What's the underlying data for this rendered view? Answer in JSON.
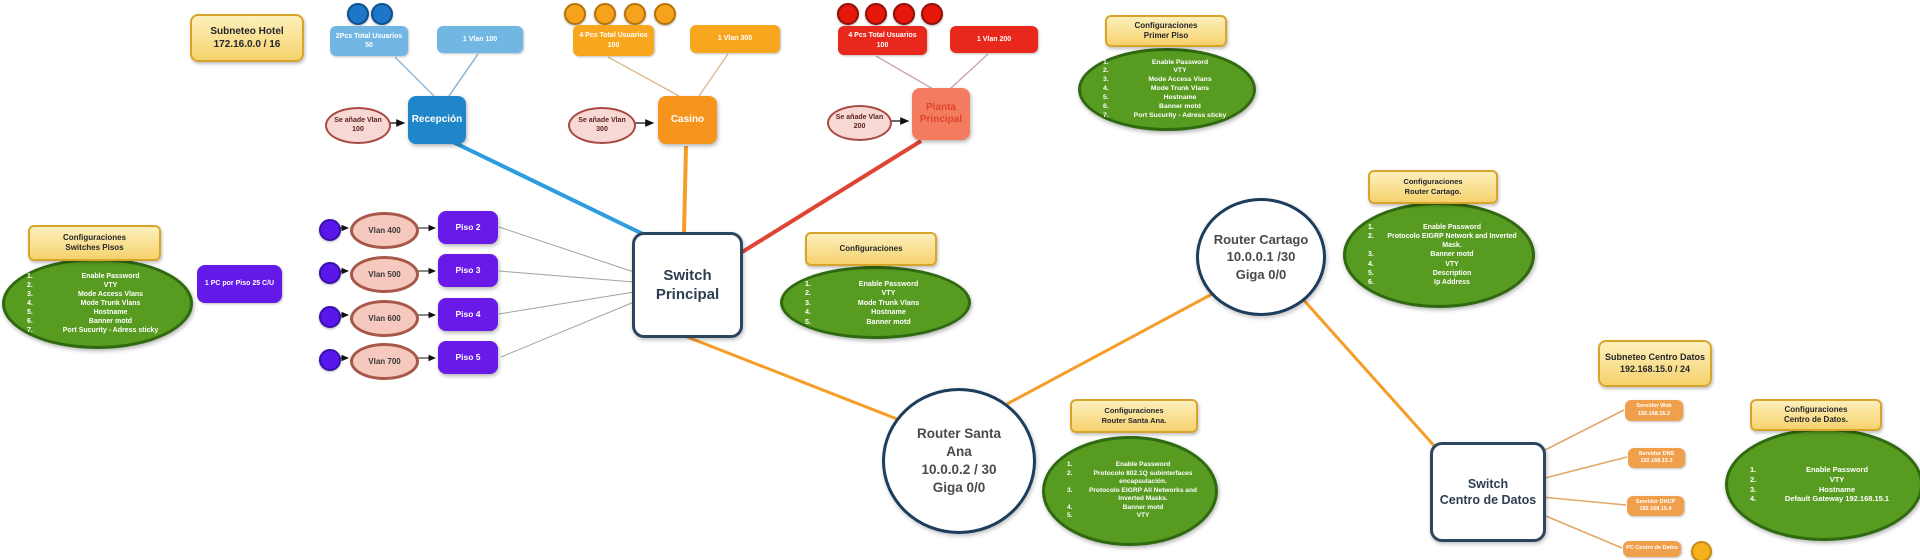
{
  "hotel": {
    "subnet_line1": "Subneteo Hotel",
    "subnet_line2": "172.16.0.0 / 16"
  },
  "groups": {
    "recepcion": {
      "users_line1": "2Pcs Total Usuarios",
      "users_line2": "50",
      "vlan_label": "1 Vlan 100",
      "add_line1": "Se añade Vlan",
      "add_line2": "100",
      "node_label": "Recepción"
    },
    "casino": {
      "users_line1": "4 Pcs Total Usuarios",
      "users_line2": "100",
      "vlan_label": "1 Vlan 300",
      "add_line1": "Se añade Vlan",
      "add_line2": "300",
      "node_label": "Casino"
    },
    "planta": {
      "users_line1": "4 Pcs Total Usuarios",
      "users_line2": "100",
      "vlan_label": "1 Vlan 200",
      "add_line1": "Se añade Vlan",
      "add_line2": "200",
      "node_line1": "Planta",
      "node_line2": "Principal"
    }
  },
  "pisos": {
    "pc_box_label": "1 PC por Piso 25 C/U",
    "rows": [
      {
        "vlan": "Vlan 400",
        "piso": "Piso 2"
      },
      {
        "vlan": "Vlan 500",
        "piso": "Piso 3"
      },
      {
        "vlan": "Vlan 600",
        "piso": "Piso 4"
      },
      {
        "vlan": "Vlan 700",
        "piso": "Piso 5"
      }
    ]
  },
  "switch_principal": {
    "line1": "Switch",
    "line2": "Principal"
  },
  "routers": {
    "santa_ana": {
      "name": "Router Santa Ana",
      "ip": "10.0.0.2 / 30",
      "iface": "Giga 0/0"
    },
    "cartago": {
      "name": "Router Cartago",
      "ip": "10.0.0.1 /30",
      "iface": "Giga 0/0"
    }
  },
  "centro_datos": {
    "subnet_line1": "Subneteo Centro Datos",
    "subnet_line2": "192.168.15.0 / 24",
    "switch_line1": "Switch",
    "switch_line2": "Centro de Datos",
    "servers": [
      {
        "line1": "Servidor Web",
        "line2": "192.168.15.2"
      },
      {
        "line1": "Servidor DNS",
        "line2": "192.168.15.3"
      },
      {
        "line1": "Servidor DHCP",
        "line2": "192.168.15.4"
      },
      {
        "line1": "PC Centro de Datos",
        "line2": ""
      }
    ]
  },
  "configs": {
    "switches_pisos": {
      "title1": "Configuraciones",
      "title2": "Switches Pisos",
      "items": [
        "Enable Password",
        "VTY",
        "Mode Access Vlans",
        "Mode Trunk Vlans",
        "Hostname",
        "Banner motd",
        "Port Sucurity - Adress sticky"
      ]
    },
    "primer_piso": {
      "title1": "Configuraciones",
      "title2": "Primer Piso",
      "items": [
        "Enable Password",
        "VTY",
        "Mode Access Vlans",
        "Mode Trunk Vlans",
        "Hostname",
        "Banner motd",
        "Port Sucurity - Adress sticky"
      ]
    },
    "switch_principal": {
      "title1": "Configuraciones",
      "title2": "",
      "items": [
        "Enable Password",
        "VTY",
        "Mode Trunk Vlans",
        "Hostname",
        "Banner motd"
      ]
    },
    "router_santa_ana": {
      "title1": "Configuraciones",
      "title2": "Router Santa Ana.",
      "items": [
        "Enable Password",
        "Protocolo 802.1Q subinterfaces encapsulación.",
        "Protocolo EIGRP All Networks and Inverted Masks.",
        "Banner motd",
        "VTY"
      ]
    },
    "router_cartago": {
      "title1": "Configuraciones",
      "title2": "Router Cartago.",
      "items": [
        "Enable Password",
        "Protocolo EIGRP Network and Inverted Mask.",
        "Banner motd",
        "VTY",
        "Description",
        "Ip Address"
      ]
    },
    "centro_datos": {
      "title1": "Configuraciones",
      "title2": "Centro de Datos.",
      "items": [
        "Enable Password",
        "VTY",
        "Hostname",
        "Default Gateway 192.168.15.1"
      ]
    }
  },
  "colors": {
    "blue": "#1f86c9",
    "light_blue": "#72b6e4",
    "orange": "#f79421",
    "red": "#e8281c",
    "salmon": "#f37c60",
    "purple": "#6319e8",
    "green": "#579b20",
    "yellow": "#fbe9a8",
    "navy": "#2d4660",
    "link_orange": "#f59d27",
    "link_blue": "#2e9ddf",
    "link_red": "#e04434"
  }
}
